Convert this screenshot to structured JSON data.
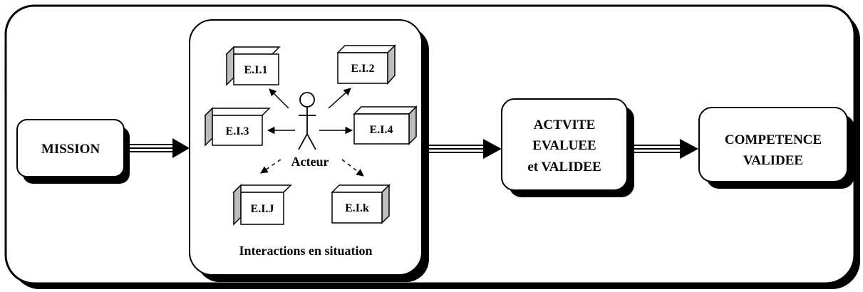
{
  "boxes": {
    "mission": "MISSION",
    "activite_line1": "ACTVITE",
    "activite_line2": "EVALUEE",
    "activite_line3": "et VALIDEE",
    "competence_line1": "COMPETENCE",
    "competence_line2": "VALIDEE"
  },
  "interaction_panel": {
    "caption": "Interactions en situation",
    "actor_label": "Acteur",
    "elements": [
      "E.I.1",
      "E.I.2",
      "E.I.3",
      "E.I.4",
      "E.I.J",
      "E.I.k"
    ]
  },
  "colors": {
    "stroke": "#000000",
    "box_fill": "#ffffff",
    "cube_side": "#bdbdbd",
    "shadow": "#000000"
  }
}
